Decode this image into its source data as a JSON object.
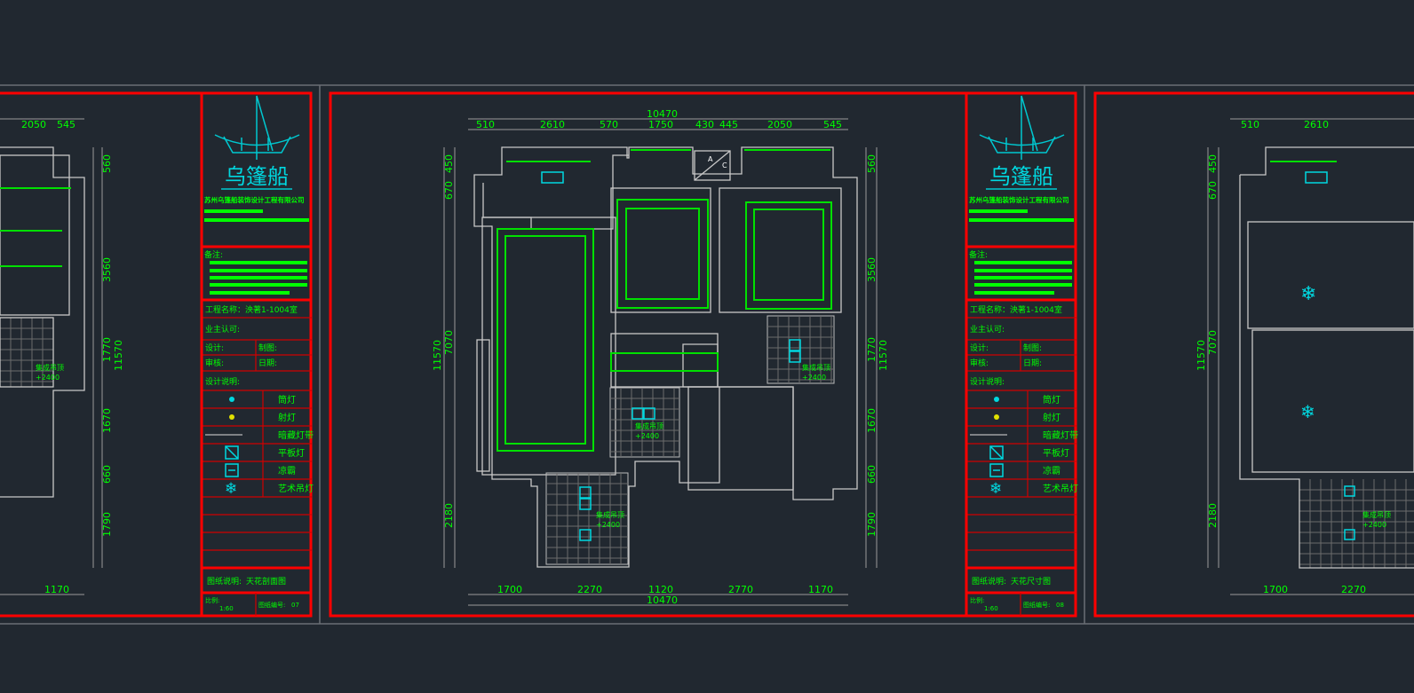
{
  "company": {
    "logo_text": "乌篷船",
    "name": "苏州乌篷船装饰设计工程有限公司"
  },
  "title_block": {
    "remarks_label": "备注:",
    "project_label": "工程名称：泱著1-1004室",
    "owner_label": "业主认可:",
    "design_label": "设计:",
    "drawing_label": "制图:",
    "review_label": "审核:",
    "date_label": "日期:",
    "notes_label": "设计说明:",
    "legend": [
      {
        "icon": "downlight-icon",
        "label": "筒灯"
      },
      {
        "icon": "spotlight-icon",
        "label": "射灯"
      },
      {
        "icon": "hidden-light-strip-icon",
        "label": "暗藏灯带"
      },
      {
        "icon": "panel-light-icon",
        "label": "平板灯"
      },
      {
        "icon": "bath-heater-icon",
        "label": "凉霸"
      },
      {
        "icon": "art-chandelier-icon",
        "label": "艺术吊灯"
      }
    ],
    "desc_label": "图纸说明:",
    "scale_label": "比例:",
    "scale_value": "1:60",
    "number_label": "图纸编号:"
  },
  "sheets": {
    "left": {
      "desc": "天花剖面图",
      "number": "07"
    },
    "center": {
      "desc": "天花尺寸图",
      "number": "08"
    }
  },
  "plan": {
    "room_label": "集成吊顶",
    "height_label": "+2400",
    "door_a": "A",
    "door_c": "C",
    "top_total": "10470",
    "top_dims": [
      "510",
      "2610",
      "570",
      "1750",
      "430",
      "445",
      "2050",
      "545"
    ],
    "bottom_total": "10470",
    "bottom_dims": [
      "1700",
      "2270",
      "1120",
      "2770",
      "1170"
    ],
    "left_dims": [
      "450",
      "670",
      "7070",
      "11570",
      "2180"
    ],
    "right_dims": [
      "560",
      "3560",
      "1770",
      "11570",
      "1670",
      "660",
      "1790"
    ]
  },
  "left_sheet": {
    "top_dims": [
      "2050",
      "545"
    ],
    "right_dims": [
      "560",
      "3560",
      "1770",
      "11570",
      "1670",
      "660",
      "1790"
    ],
    "bottom_dims": [
      "1170"
    ]
  },
  "right_sheet": {
    "top_dims": [
      "510",
      "2610"
    ],
    "left_dims": [
      "450",
      "670",
      "7070",
      "11570",
      "2180"
    ],
    "bottom_dims": [
      "1700",
      "2270"
    ]
  },
  "colors": {
    "background": "#212830",
    "frame": "#ff0000",
    "text": "#00ff00",
    "wall": "#c8c8c8",
    "fixture": "#00d8e0"
  }
}
